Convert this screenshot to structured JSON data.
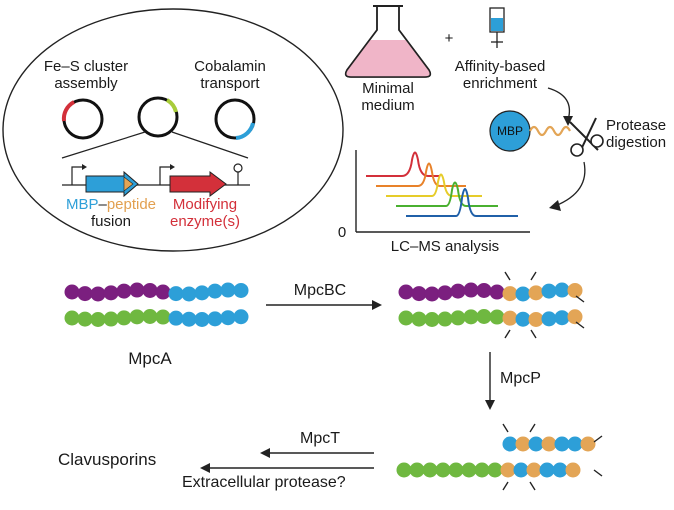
{
  "cell": {
    "fes_label": "Fe–S cluster\nassembly",
    "fes_line1": "Fe–S cluster",
    "fes_line2": "assembly",
    "cobalamin_line1": "Cobalamin",
    "cobalamin_line2": "transport",
    "mbp_word": "MBP",
    "dash": "–",
    "peptide_word": "peptide",
    "fusion_word": "fusion",
    "modifying_word": "Modifying",
    "enzymes_word": "enzyme(s)"
  },
  "workflow": {
    "medium_line1": "Minimal",
    "medium_line2": "medium",
    "plus": "+",
    "affinity_line1": "Affinity-based",
    "affinity_line2": "enrichment",
    "mbp_ball": "MBP",
    "protease_line1": "Protease",
    "protease_line2": "digestion",
    "chrom_zero": "0",
    "lcms_label": "LC–MS analysis"
  },
  "pathway": {
    "mpca": "MpcA",
    "mpcbc": "MpcBC",
    "mpcp": "MpcP",
    "mpct": "MpcT",
    "clavusporins": "Clavusporins",
    "extracellular": "Extracellular protease?"
  },
  "colors": {
    "purple": "#7b1f7f",
    "green": "#6fb840",
    "blue": "#2d9fd8",
    "orange": "#e3a556",
    "red": "#d3303a",
    "pink": "#f0b5c8"
  }
}
